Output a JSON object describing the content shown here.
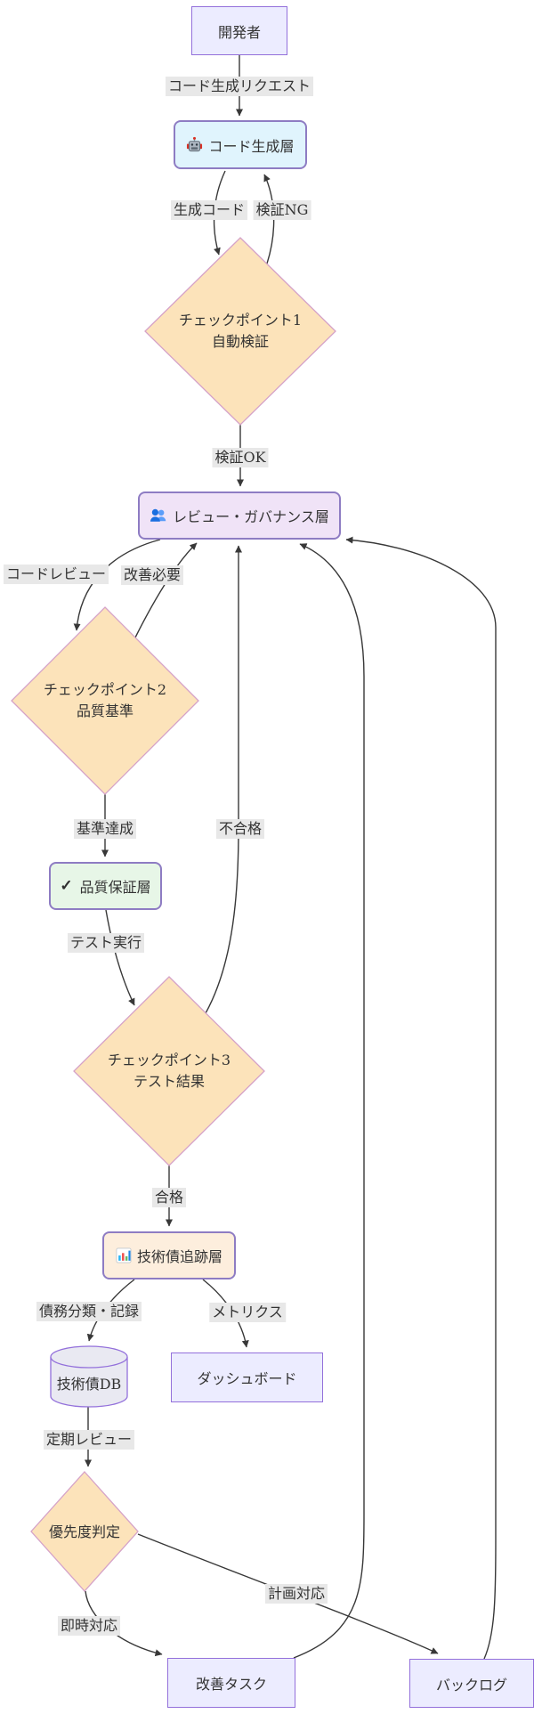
{
  "title": "AI code governance flowchart",
  "nodes": {
    "developer": {
      "label": "開発者"
    },
    "codegen": {
      "label": "コード生成層",
      "icon": "robot"
    },
    "cp1": {
      "line1": "チェックポイント1",
      "line2": "自動検証"
    },
    "review": {
      "label": "レビュー・ガバナンス層",
      "icon": "people"
    },
    "cp2": {
      "line1": "チェックポイント2",
      "line2": "品質基準"
    },
    "qa": {
      "label": "品質保証層",
      "check": "✓"
    },
    "cp3": {
      "line1": "チェックポイント3",
      "line2": "テスト結果"
    },
    "tracker": {
      "label": "技術債追跡層",
      "icon": "bar-chart"
    },
    "db": {
      "label": "技術債DB"
    },
    "dashboard": {
      "label": "ダッシュボード"
    },
    "priority": {
      "label": "優先度判定"
    },
    "task": {
      "label": "改善タスク"
    },
    "backlog": {
      "label": "バックログ"
    }
  },
  "edges": [
    {
      "from": "developer",
      "to": "codegen",
      "label": "コード生成リクエスト"
    },
    {
      "from": "codegen",
      "to": "cp1",
      "label": "生成コード"
    },
    {
      "from": "cp1",
      "to": "codegen",
      "label": "検証NG"
    },
    {
      "from": "cp1",
      "to": "review",
      "label": "検証OK"
    },
    {
      "from": "review",
      "to": "cp2",
      "label": "コードレビュー"
    },
    {
      "from": "cp2",
      "to": "review",
      "label": "改善必要"
    },
    {
      "from": "cp2",
      "to": "qa",
      "label": "基準達成"
    },
    {
      "from": "qa",
      "to": "cp3",
      "label": "テスト実行"
    },
    {
      "from": "cp3",
      "to": "review",
      "label": "不合格"
    },
    {
      "from": "cp3",
      "to": "tracker",
      "label": "合格"
    },
    {
      "from": "tracker",
      "to": "db",
      "label": "債務分類・記録"
    },
    {
      "from": "tracker",
      "to": "dashboard",
      "label": "メトリクス"
    },
    {
      "from": "db",
      "to": "priority",
      "label": "定期レビュー"
    },
    {
      "from": "priority",
      "to": "task",
      "label": "即時対応"
    },
    {
      "from": "priority",
      "to": "backlog",
      "label": "計画対応"
    },
    {
      "from": "task",
      "to": "review",
      "label": ""
    },
    {
      "from": "backlog",
      "to": "review",
      "label": ""
    }
  ],
  "colors": {
    "rect_fill": "#ECECFF",
    "rect_border": "#9370DB",
    "round_border": "#8e7cc3",
    "codegen_fill": "#e0f4fd",
    "review_fill": "#f0e3f7",
    "qa_fill": "#e7f6e7",
    "tracker_fill": "#fdeedd",
    "diamond_fill": "#fce3ba",
    "diamond_border": "#d5a2c8",
    "cylinder_fill": "#e9e9f2",
    "edge_stroke": "#383838",
    "edge_label_bg": "#e8e8e8",
    "text": "#333333"
  }
}
